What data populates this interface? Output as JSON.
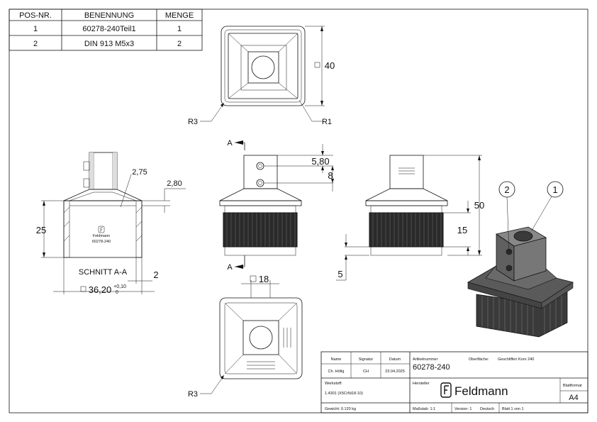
{
  "bom": {
    "headers": [
      "POS-NR.",
      "BENENNUNG",
      "MENGE"
    ],
    "rows": [
      {
        "pos": "1",
        "name": "60278-240Teil1",
        "qty": "1"
      },
      {
        "pos": "2",
        "name": "DIN 913 M5x3",
        "qty": "2"
      }
    ]
  },
  "dims": {
    "square_40": "40",
    "radius_3_top": "R3",
    "radius_1": "R1",
    "wall_2_75": "2,75",
    "offset_2_80": "2,80",
    "height_25": "25",
    "section_label": "SCHNITT A-A",
    "wall_2": "2",
    "outer_36_20": "36,20",
    "tol_upper": "+0,10",
    "tol_lower": "0",
    "hole_5_80": "5,80",
    "hole_8": "8",
    "cut_a_top": "A",
    "cut_a_bottom": "A",
    "square_18": "18",
    "height_50": "50",
    "height_15": "15",
    "height_5": "5",
    "radius_3_bottom": "R3",
    "balloon_1": "1",
    "balloon_2": "2"
  },
  "part_marking": {
    "brand": "Feldmann",
    "number": "60278-240"
  },
  "title_block": {
    "name_label": "Name",
    "signature_label": "Signatur",
    "date_label": "Datum",
    "article_label": "Artikelnummer",
    "article_value": "60278-240",
    "surface_label": "Oberfläche:",
    "surface_value": "Geschliffen Korn 240",
    "author": "Ch. Höfig",
    "signature": "CH",
    "date": "23.04.2025",
    "material_label": "Werkstoff:",
    "material_value": "1.4301 (X5CrNi18-10)",
    "manufacturer_label": "Hersteller",
    "brand": "Feldmann",
    "sheet_format_label": "Blattformat",
    "sheet_format": "A4",
    "weight": "Gewicht: 0.120 kg",
    "scale": "Maßstab: 1:1",
    "version": "Version: 1",
    "language": "Deutsch",
    "sheet": "Blatt 1 von 1"
  }
}
